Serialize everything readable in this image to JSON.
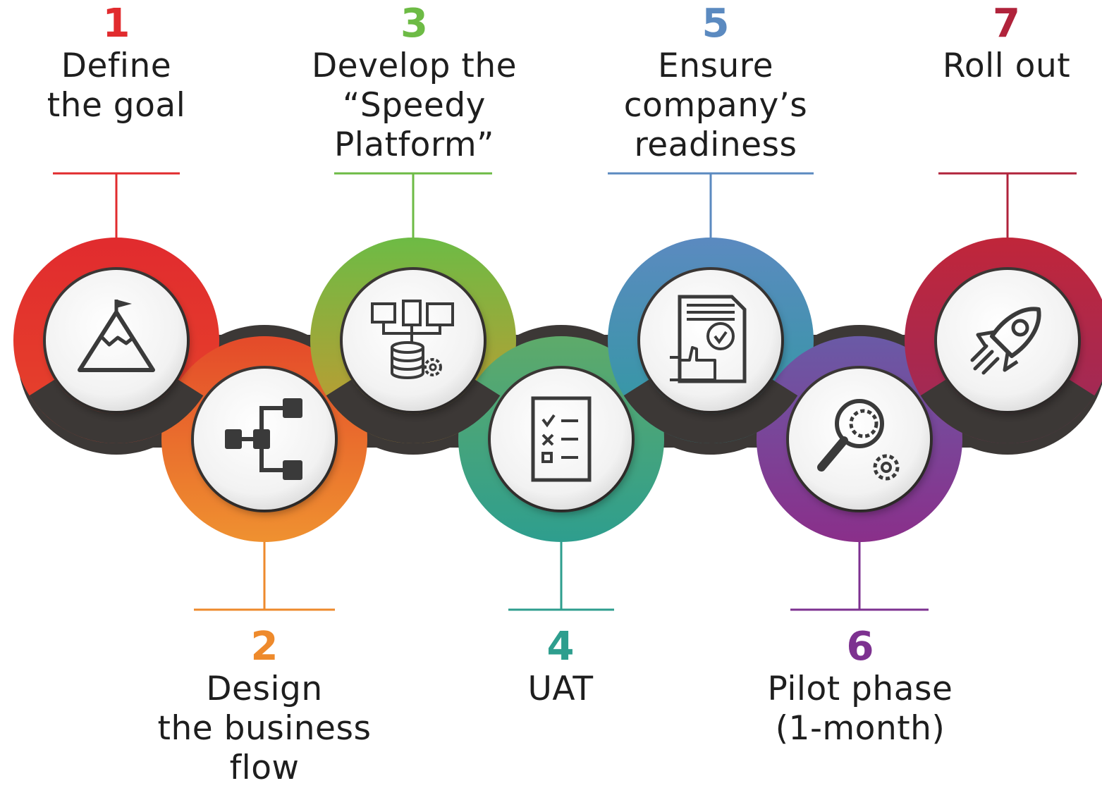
{
  "steps": [
    {
      "number": "1",
      "title": "Define\nthe goal",
      "color": "#e12b2e",
      "icon": "mountain-flag-icon"
    },
    {
      "number": "2",
      "title": "Design\nthe business\nflow",
      "color": "#ee8a2c",
      "icon": "flowchart-icon"
    },
    {
      "number": "3",
      "title": "Develop the\n“Speedy\nPlatform”",
      "color": "#6dbb45",
      "icon": "computers-database-icon"
    },
    {
      "number": "4",
      "title": "UAT",
      "color": "#2e9e8e",
      "icon": "checklist-icon"
    },
    {
      "number": "5",
      "title": "Ensure\ncompany’s\nreadiness",
      "color": "#5b8ac0",
      "icon": "approved-document-icon"
    },
    {
      "number": "6",
      "title": "Pilot phase\n(1-month)",
      "color": "#7d3190",
      "icon": "magnifier-gear-icon"
    },
    {
      "number": "7",
      "title": "Roll out",
      "color": "#b0233b",
      "icon": "rocket-icon"
    }
  ],
  "colors": {
    "track": "#3c3836",
    "disc": "#f3f3f3",
    "icon_stroke": "#3a3a3a"
  }
}
